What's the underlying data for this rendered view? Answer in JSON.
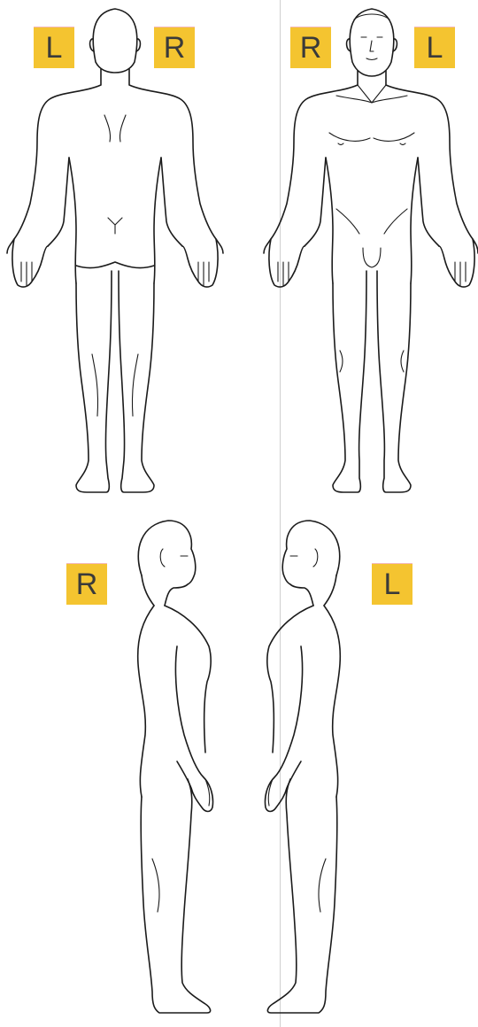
{
  "colors": {
    "label_bg": "#f4c430",
    "line": "#1b1b1b",
    "divider": "#cfcfcf"
  },
  "views": {
    "back": {
      "left_label": "L",
      "right_label": "R"
    },
    "front": {
      "left_label": "R",
      "right_label": "L"
    },
    "side_right": {
      "label": "R"
    },
    "side_left": {
      "label": "L"
    }
  }
}
